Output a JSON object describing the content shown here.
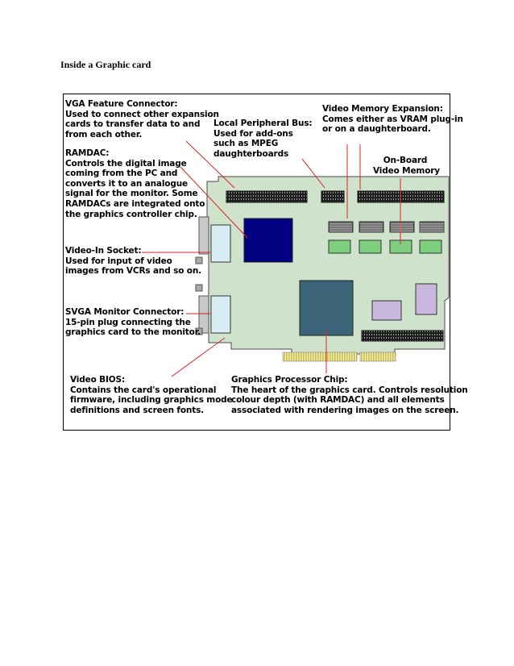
{
  "page": {
    "heading": "Inside a Graphic card"
  },
  "colors": {
    "board": "#cfe3cc",
    "ramdac_chip": "#000080",
    "gpu_chip": "#3c6478",
    "vram_chip": "#7ecf7e",
    "connector": "#1e1e1e",
    "socket": "#d8ecf4",
    "bios_chip": "#c9b6dc",
    "edge_contacts": "#d8d070",
    "callout_line": "#e02020"
  },
  "callouts": {
    "vga_feature": {
      "title": "VGA Feature Connector:",
      "lines": [
        "Used to connect other expansion",
        "cards to transfer data to and",
        "from each other."
      ]
    },
    "ramdac": {
      "title": "RAMDAC:",
      "lines": [
        "Controls the digital image",
        "coming from the PC and",
        "converts it to an analogue",
        "signal for the monitor. Some",
        "RAMDACs are integrated onto",
        "the graphics controller chip."
      ]
    },
    "video_in": {
      "title": "Video-In Socket:",
      "lines": [
        "Used for input of video",
        "images from VCRs and so on."
      ]
    },
    "svga": {
      "title": "SVGA Monitor Connector:",
      "lines": [
        "15-pin plug connecting the",
        "graphics card to the monitor."
      ]
    },
    "bios": {
      "title": "Video BIOS:",
      "lines": [
        "Contains the card's operational",
        "firmware, including graphics mode",
        "definitions and screen fonts."
      ]
    },
    "local_bus": {
      "title": "Local Peripheral Bus:",
      "lines": [
        "Used for add-ons",
        "such as MPEG",
        "daughterboards"
      ]
    },
    "vram_expansion": {
      "title": "Video Memory Expansion:",
      "lines": [
        "Comes either as VRAM plug-in",
        "or on a daughterboard."
      ]
    },
    "onboard_memory": {
      "lines": [
        "On-Board",
        "Video Memory"
      ]
    },
    "gpu": {
      "title": "Graphics Processor Chip:",
      "lines": [
        "The heart of the graphics card. Controls resolution",
        "colour depth (with RAMDAC) and all elements",
        "associated with rendering images on the screen."
      ]
    }
  }
}
